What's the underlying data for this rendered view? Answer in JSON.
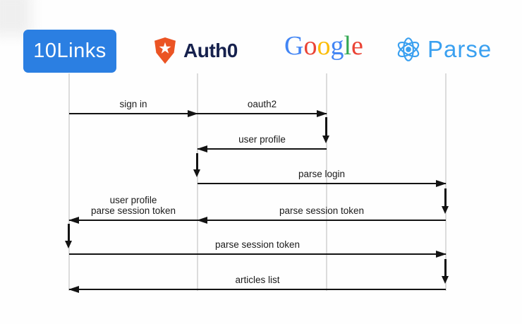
{
  "diagram": {
    "type": "sequence",
    "background": "#fefefe",
    "lifeline_color": "#dcdcdc",
    "arrow_color": "#131313"
  },
  "actors": {
    "links10": {
      "name": "10Links",
      "badge_color": "#2b7fe2",
      "text_color": "#ffffff"
    },
    "auth0": {
      "name": "Auth0",
      "icon": "auth0-shield-icon",
      "shield_color": "#eb5424",
      "star_color": "#ffffff",
      "text_color": "#16214d"
    },
    "google": {
      "name": "Google",
      "letters": [
        {
          "ch": "G",
          "color": "#4285f4"
        },
        {
          "ch": "o",
          "color": "#ea4335"
        },
        {
          "ch": "o",
          "color": "#fbbc05"
        },
        {
          "ch": "g",
          "color": "#4285f4"
        },
        {
          "ch": "l",
          "color": "#34a853"
        },
        {
          "ch": "e",
          "color": "#ea4335"
        }
      ]
    },
    "parse": {
      "name": "Parse",
      "icon": "parse-atom-icon",
      "color": "#3aa0f0"
    }
  },
  "messages": [
    {
      "label": "sign in",
      "from": "10Links",
      "to": "Auth0",
      "direction": "right"
    },
    {
      "label": "oauth2",
      "from": "Auth0",
      "to": "Google",
      "direction": "right"
    },
    {
      "label": "user profile",
      "from": "Google",
      "to": "Auth0",
      "direction": "left"
    },
    {
      "label": "parse login",
      "from": "Auth0",
      "to": "Parse",
      "direction": "right"
    },
    {
      "label_line1": "user profile",
      "label_line2": "parse session token",
      "from": "Auth0",
      "to": "10Links",
      "direction": "left"
    },
    {
      "label": "parse session token",
      "from": "Parse",
      "to": "Auth0",
      "direction": "left"
    },
    {
      "label": "parse session token",
      "from": "10Links",
      "to": "Parse",
      "direction": "right"
    },
    {
      "label": "articles list",
      "from": "Parse",
      "to": "10Links",
      "direction": "left"
    }
  ],
  "activity_arrows": [
    {
      "on": "Google"
    },
    {
      "on": "Auth0"
    },
    {
      "on": "Parse"
    },
    {
      "on": "10Links"
    },
    {
      "on": "Parse"
    }
  ]
}
